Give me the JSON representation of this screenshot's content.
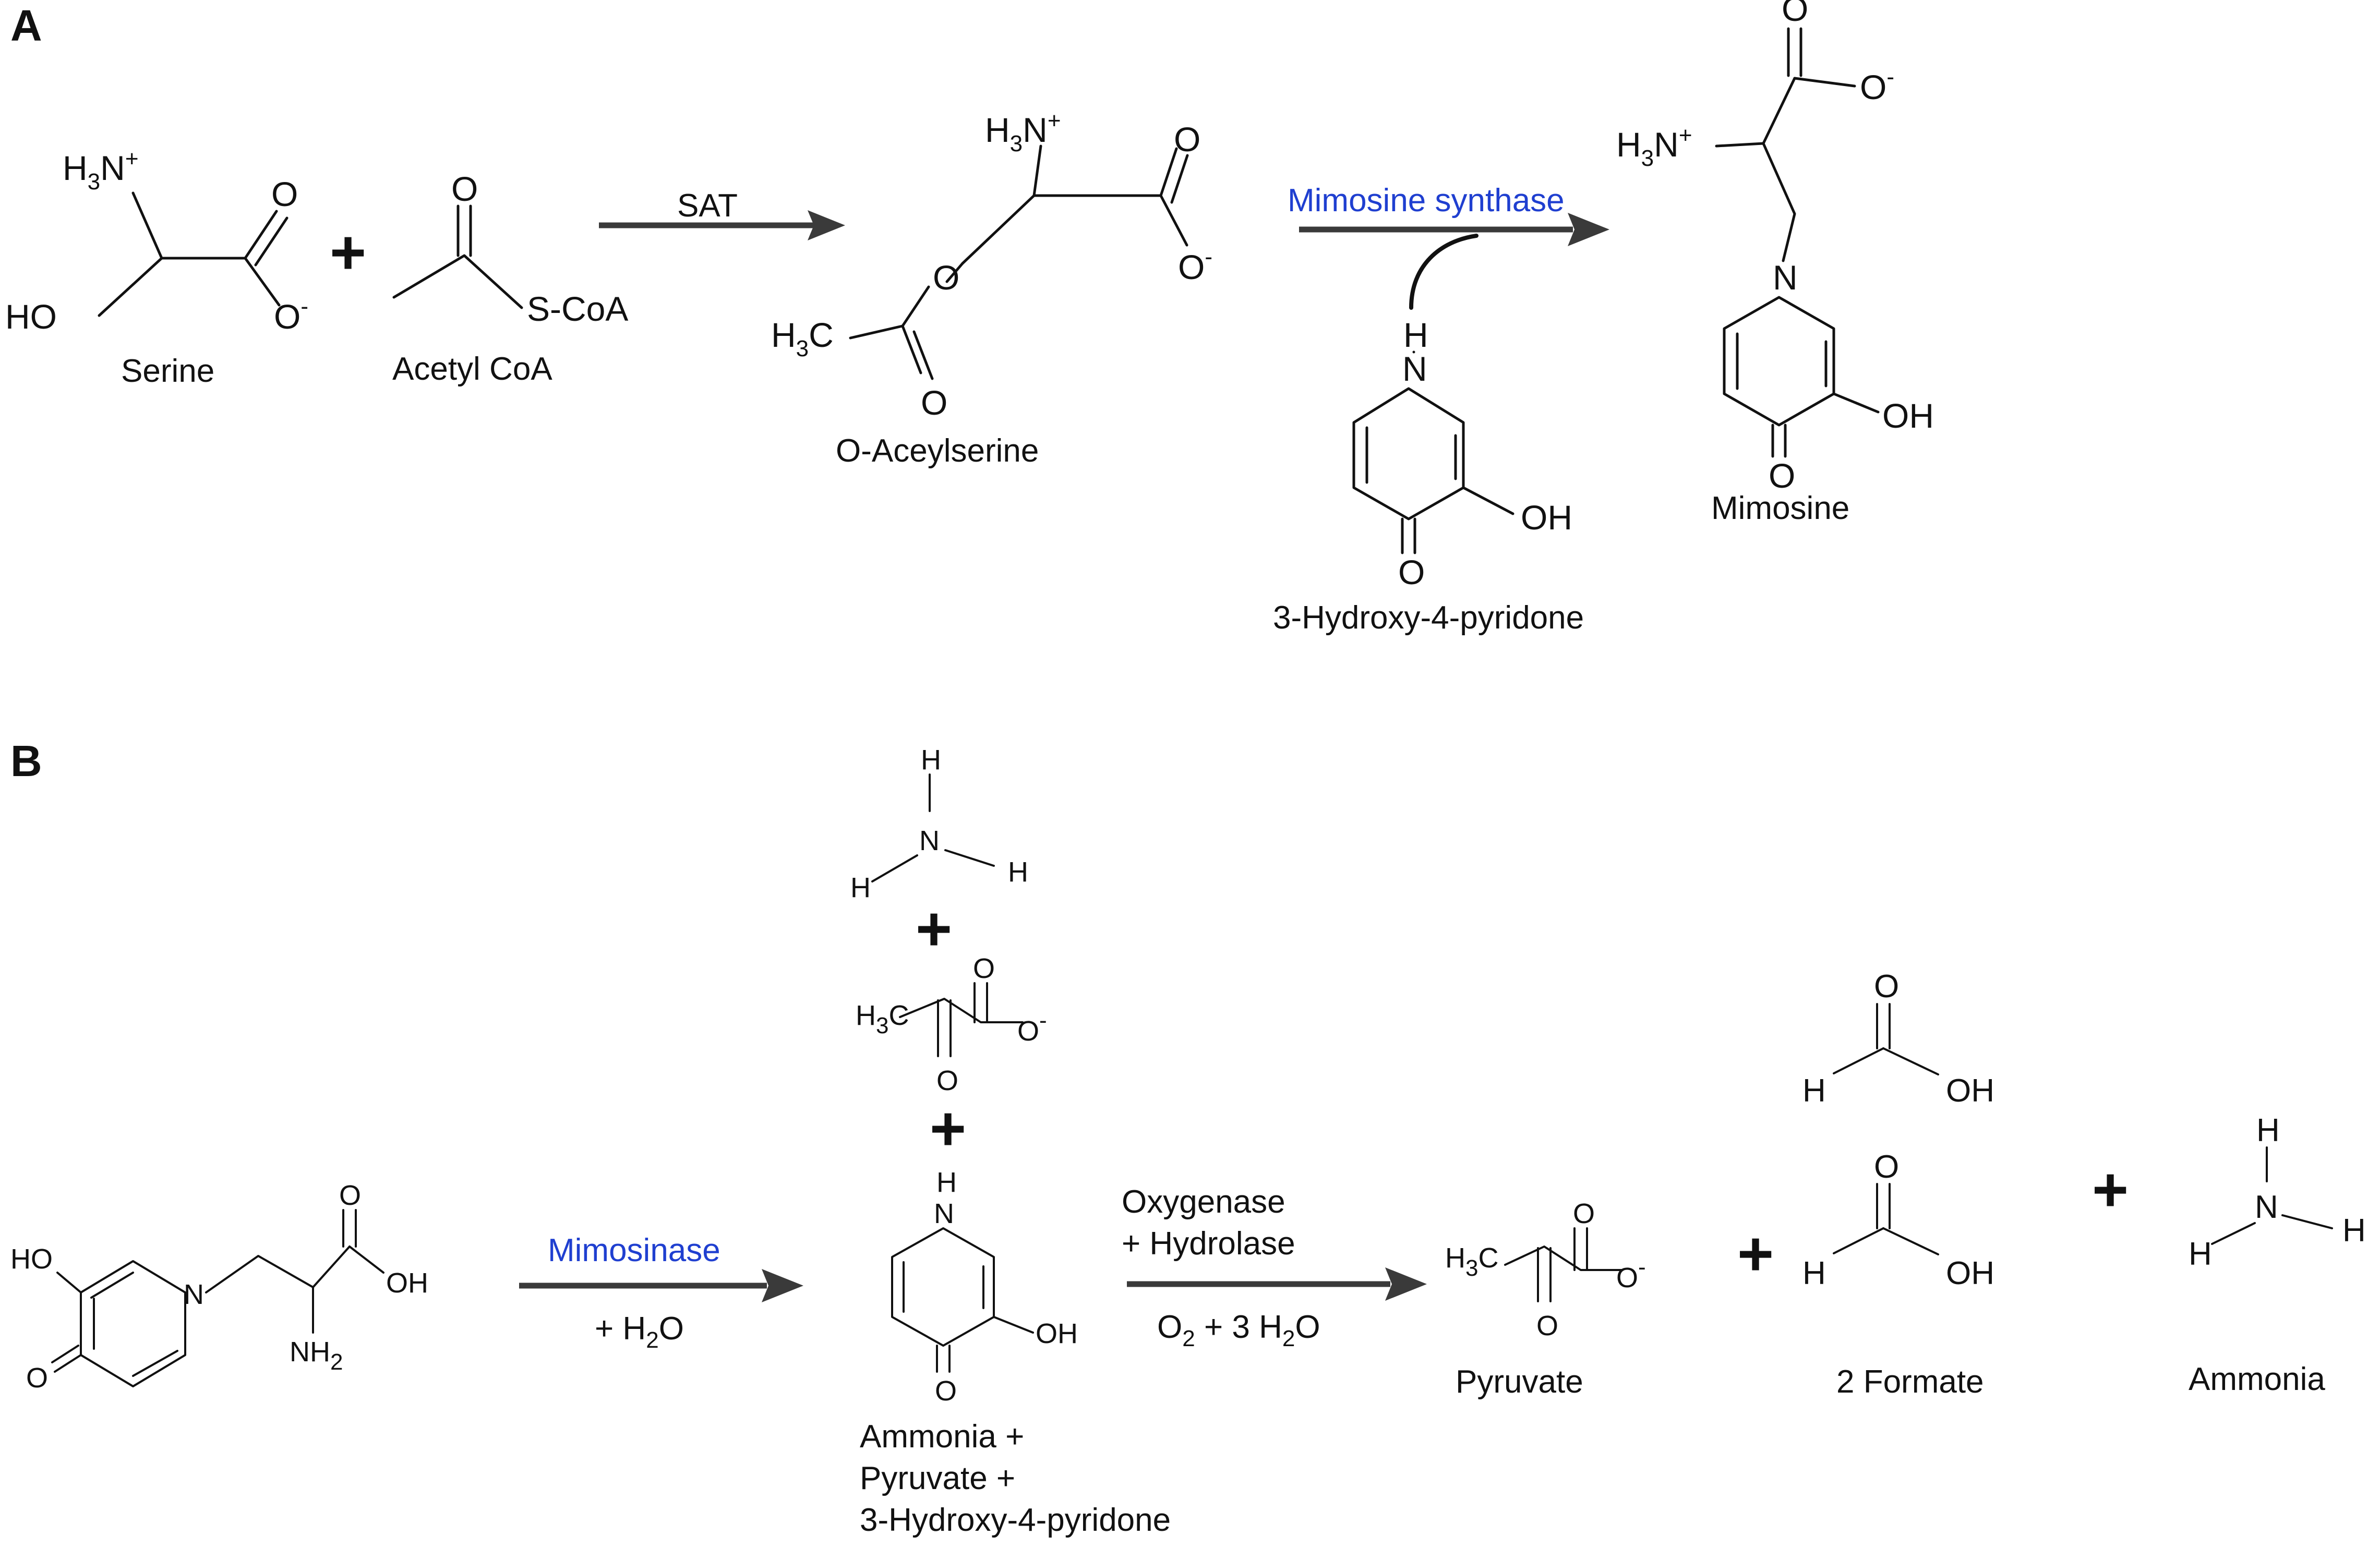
{
  "panels": {
    "a": "A",
    "b": "B"
  },
  "colors": {
    "enzyme": "#1f3fd0",
    "arrow": "#3a3a3a",
    "text": "#111111"
  },
  "plus": "+",
  "atoms": {
    "O": "O",
    "H": "H",
    "N": "N",
    "OH": "OH",
    "HO": "HO",
    "O_minus": "O",
    "minus": "-",
    "H3N_a": "H",
    "H3N_b": "N",
    "H3N_sub": "3",
    "H3N_sup": "+",
    "H3C_a": "H",
    "H3C_b": "C",
    "H3C_sub": "3",
    "NH2_a": "NH",
    "NH2_sub": "2",
    "SCoA": "S-CoA"
  },
  "labels": {
    "serine": "Serine",
    "acetyl_coa": "Acetyl CoA",
    "o_aceylserine": "O-Aceylserine",
    "hydroxypyridone": "3-Hydroxy-4-pyridone",
    "mimosine": "Mimosine",
    "products_line1": "Ammonia +",
    "products_line2": "Pyruvate +",
    "products_line3": "3-Hydroxy-4-pyridone",
    "pyruvate": "Pyruvate",
    "formate": "2 Formate",
    "ammonia": "Ammonia"
  },
  "enzymes": {
    "sat": "SAT",
    "mimosine_synthase": "Mimosine synthase",
    "mimosinase": "Mimosinase",
    "oxygenase": "Oxygenase",
    "hydrolase": "+ Hydrolase"
  },
  "conditions": {
    "water_a": "+ H",
    "water_sub": "2",
    "water_b": "O",
    "o2_a": "O",
    "o2_sub": "2",
    "o2_b": " + 3 H",
    "o2_sub2": "2",
    "o2_c": "O"
  }
}
